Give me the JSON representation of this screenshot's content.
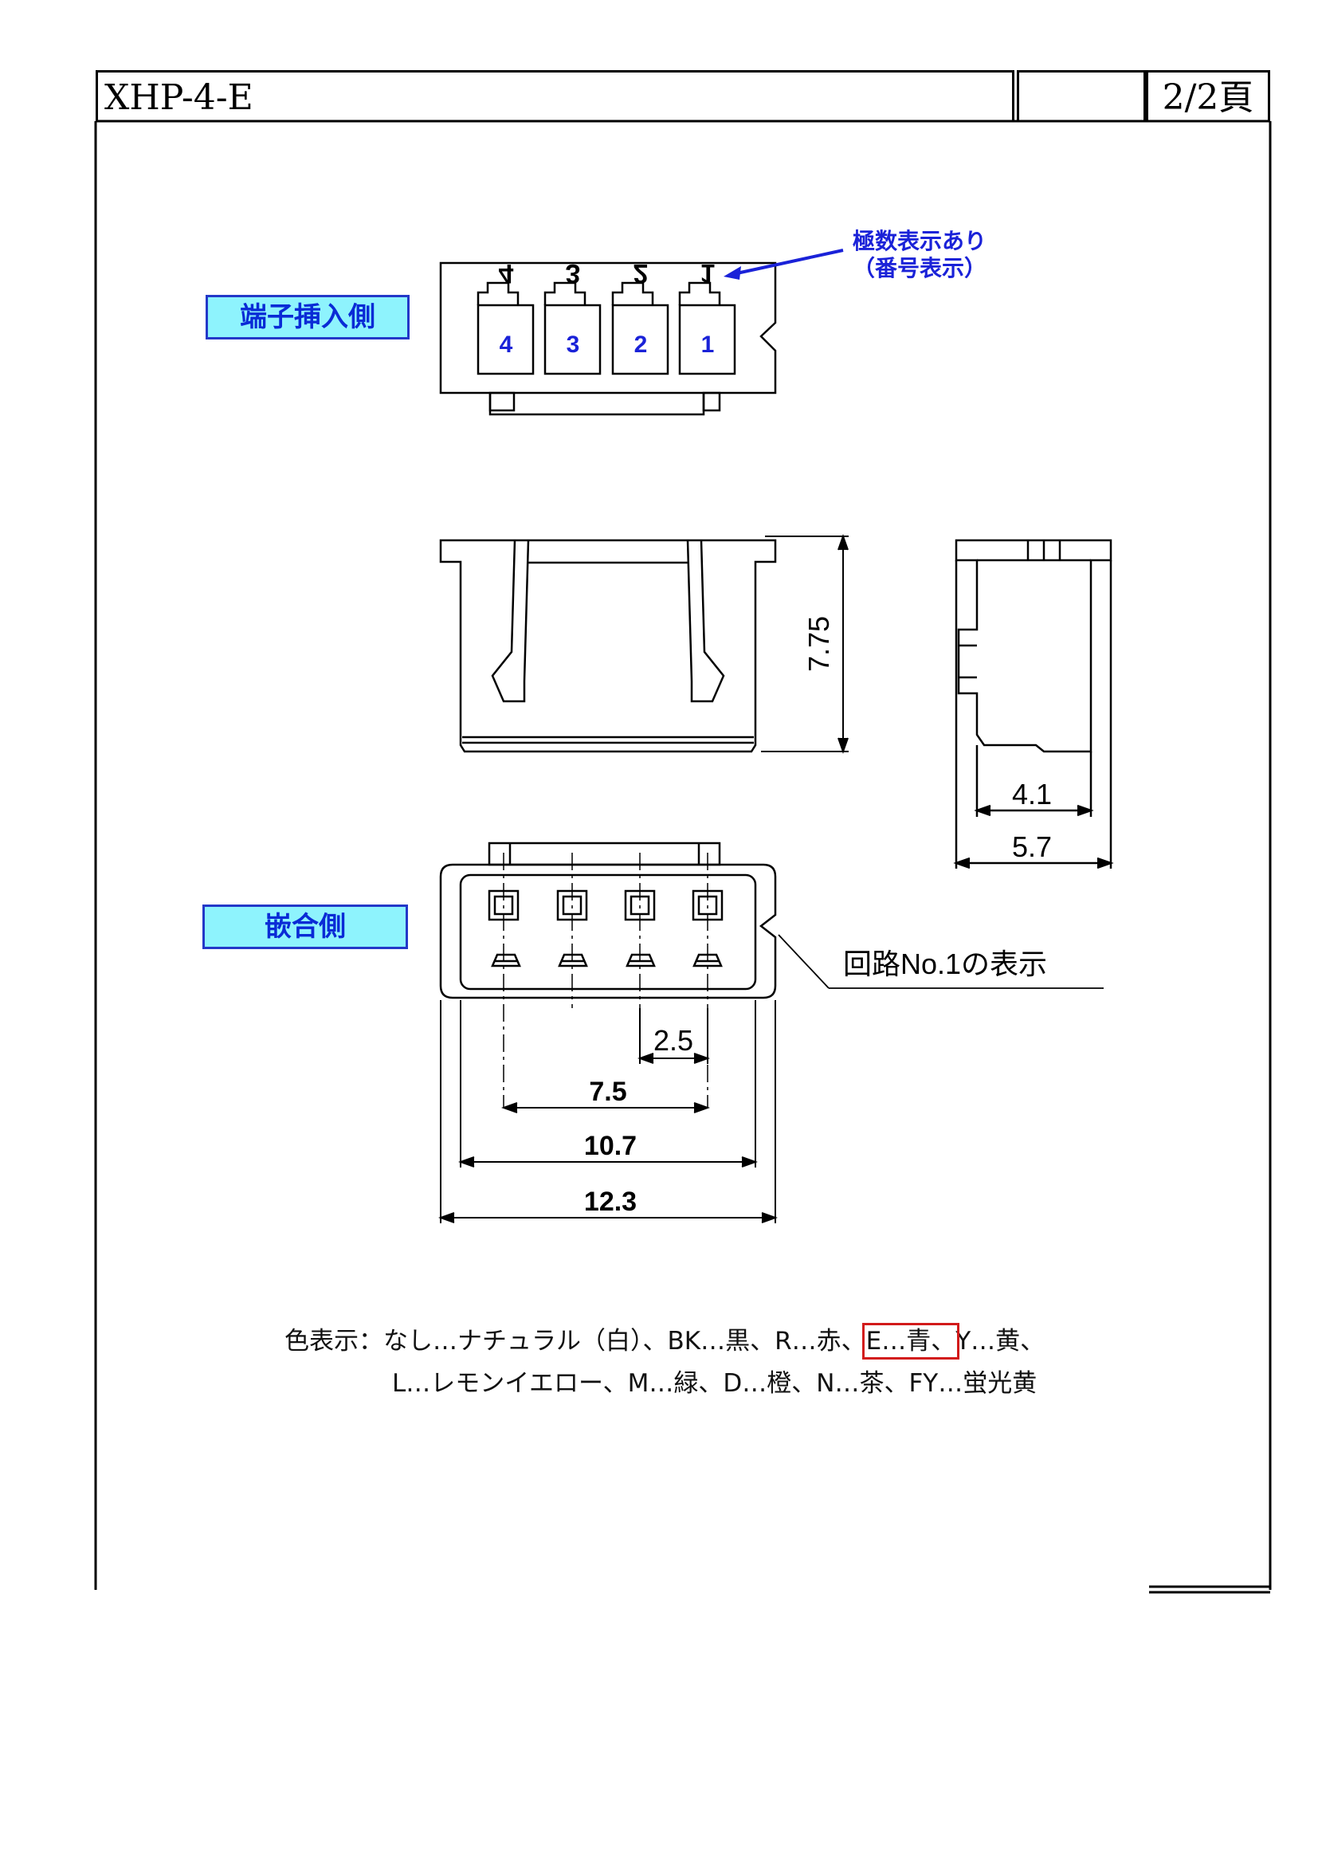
{
  "header": {
    "part_number": "XHP-4-E",
    "middle_cell": "",
    "page": "2/2頁"
  },
  "views": {
    "terminal_side_label": "端子挿入側",
    "mating_side_label": "嵌合側"
  },
  "annotations": {
    "polarity_note_line1": "極数表示あり",
    "polarity_note_line2": "（番号表示）",
    "circuit_no1": "回路No.1の表示"
  },
  "pins": {
    "numbers": [
      "4",
      "3",
      "2",
      "1"
    ],
    "mirrored_marks": [
      "4",
      "3",
      "2",
      "1"
    ]
  },
  "dimensions": {
    "height": "7.75",
    "depth_inner": "4.1",
    "depth_outer": "5.7",
    "pitch": "2.5",
    "pin_span": "7.5",
    "inner_width": "10.7",
    "overall_width": "12.3"
  },
  "colors_legend": {
    "line1_part1": "色表示：なし…ナチュラル（白）、BK…黒、R…赤、",
    "line1_highlight": "E…青、",
    "line1_part2": "Y…黄、",
    "line2": "L…レモンイエロー、M…緑、D…橙、N…茶、FY…蛍光黄"
  },
  "theme": {
    "label_fill": "#8ef3fd",
    "label_border": "#2338c8",
    "annotation_blue": "#1a22d8",
    "highlight_red": "#d21a1a"
  }
}
